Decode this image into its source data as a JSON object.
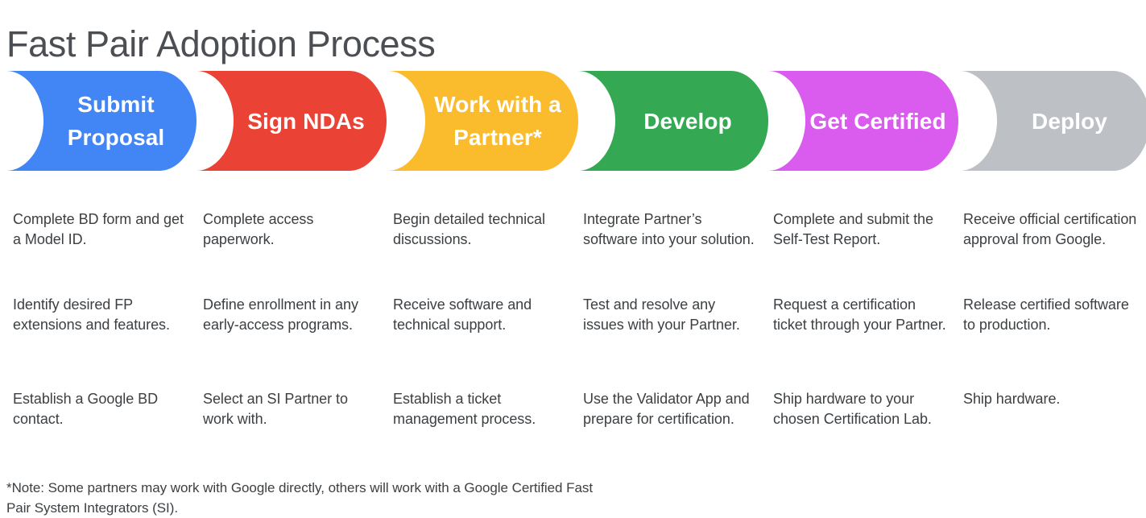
{
  "page": {
    "title": "Fast Pair Adoption Process",
    "background_color": "#FFFFFF",
    "text_color": "#3C4043",
    "title_color": "#4B4E52"
  },
  "stages": [
    {
      "label": "Submit Proposal",
      "color": "#4285F4",
      "color_name": "google-blue",
      "bullets": [
        "Complete BD form and get a Model ID.",
        "Identify desired FP extensions and features.",
        "Establish a Google BD contact."
      ]
    },
    {
      "label": "Sign NDAs",
      "color": "#EA4335",
      "color_name": "google-red",
      "bullets": [
        "Complete access paperwork.",
        "Define enrollment in any early-access programs.",
        "Select an SI Partner to work with."
      ]
    },
    {
      "label": "Work with a Partner*",
      "color": "#FABC2C",
      "color_name": "google-yellow",
      "bullets": [
        "Begin detailed technical discussions.",
        "Receive software and technical support.",
        "Establish a ticket management process."
      ]
    },
    {
      "label": "Develop",
      "color": "#34A853",
      "color_name": "google-green",
      "bullets": [
        "Integrate Partner’s software into your solution.",
        "Test and resolve any issues with your Partner.",
        "Use the Validator App and prepare for certification."
      ]
    },
    {
      "label": "Get Certified",
      "color": "#D95CEE",
      "color_name": "magenta",
      "bullets": [
        "Complete and submit the Self-Test Report.",
        "Request a certification ticket through your Partner.",
        "Ship hardware to your chosen Certification Lab."
      ]
    },
    {
      "label": "Deploy",
      "color": "#BDC1C6",
      "color_name": "grey",
      "bullets": [
        "Receive official certification approval from Google.",
        "Release certified software to production.",
        "Ship hardware."
      ]
    }
  ],
  "footnote": "*Note: Some partners may work with Google directly, others will work with a Google Certified Fast Pair System Integrators (SI)."
}
